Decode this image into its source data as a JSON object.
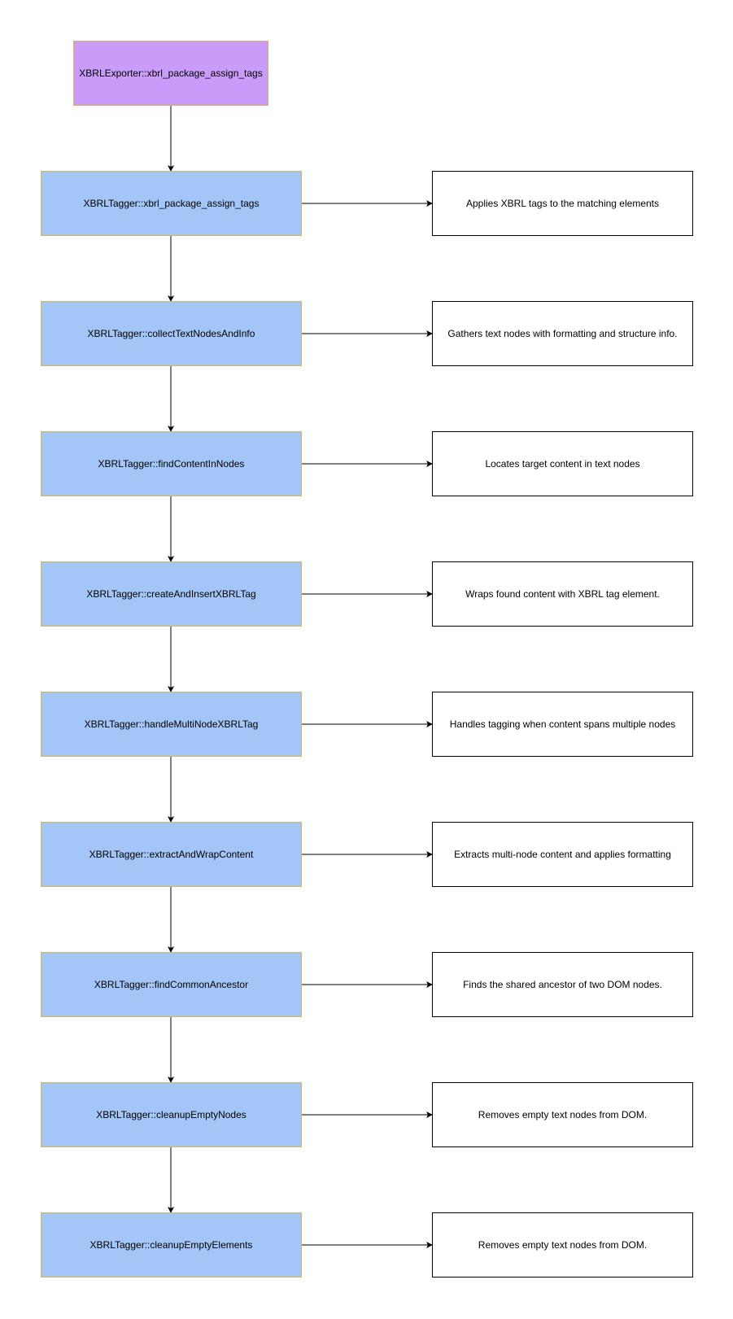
{
  "entry": {
    "label": "XBRLExporter::xbrl_package_assign_tags",
    "fill_color": "#c89cf8",
    "border_color": "#d6b656"
  },
  "steps": [
    {
      "label": "XBRLTagger::xbrl_package_assign_tags",
      "description": "Applies XBRL tags to the matching elements"
    },
    {
      "label": "XBRLTagger::collectTextNodesAndInfo",
      "description": "Gathers text nodes with formatting and structure info."
    },
    {
      "label": "XBRLTagger::findContentInNodes",
      "description": "Locates target content in text nodes"
    },
    {
      "label": "XBRLTagger::createAndInsertXBRLTag",
      "description": "Wraps found content with XBRL tag element."
    },
    {
      "label": "XBRLTagger::handleMultiNodeXBRLTag",
      "description": "Handles tagging when content spans multiple nodes"
    },
    {
      "label": "XBRLTagger::extractAndWrapContent",
      "description": "Extracts multi-node content and applies formatting"
    },
    {
      "label": "XBRLTagger::findCommonAncestor",
      "description": "Finds the shared ancestor of two DOM nodes."
    },
    {
      "label": "XBRLTagger::cleanupEmptyNodes",
      "description": "Removes empty text nodes from DOM."
    },
    {
      "label": "XBRLTagger::cleanupEmptyElements",
      "description": "Removes empty text nodes from DOM."
    }
  ],
  "colors": {
    "step_fill": "#a3c5f7",
    "step_border": "#d6b656",
    "description_fill": "#ffffff",
    "description_border": "#000000",
    "arrow": "#000000"
  }
}
